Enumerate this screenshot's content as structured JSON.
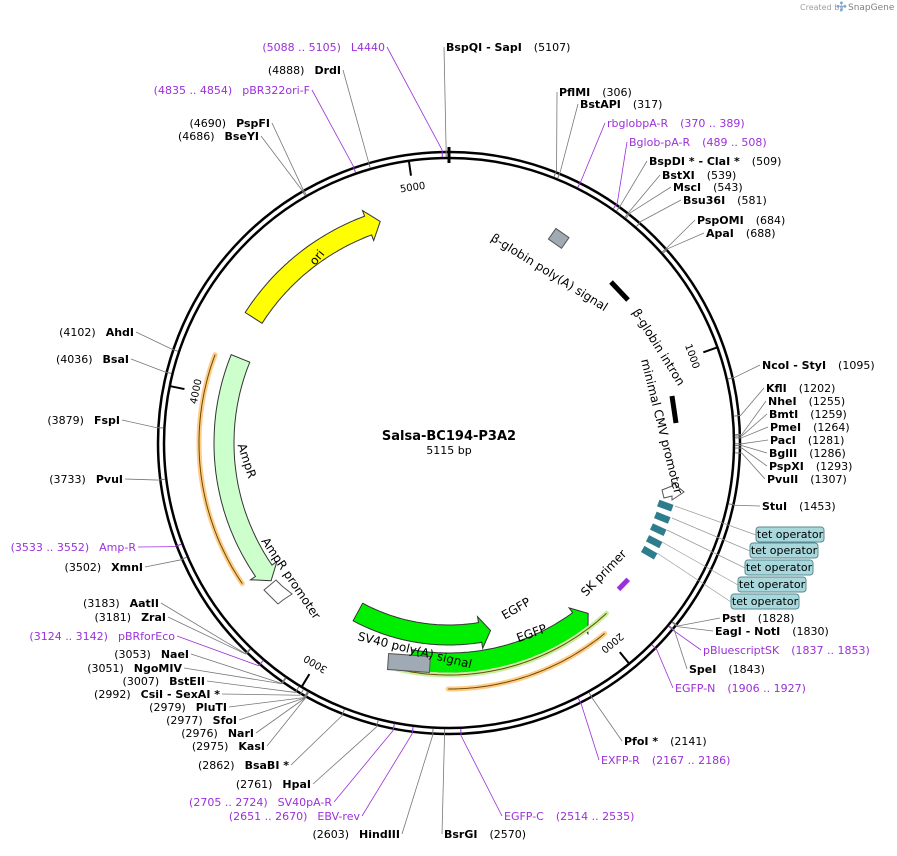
{
  "credit": {
    "prefix": "Created by",
    "brand": "SnapGene"
  },
  "plasmid": {
    "name": "Salsa-BC194-P3A2",
    "size_label": "5115 bp",
    "length": 5115
  },
  "ticks": [
    {
      "label": "1000",
      "bp": 1000
    },
    {
      "label": "2000",
      "bp": 2000
    },
    {
      "label": "3000",
      "bp": 3000
    },
    {
      "label": "4000",
      "bp": 4000
    },
    {
      "label": "5000",
      "bp": 5000
    }
  ],
  "features": [
    {
      "name": "ori",
      "label": "ori",
      "start": 4300,
      "end": 4870,
      "dir": 1,
      "color": "#ffff00"
    },
    {
      "name": "ampr",
      "label": "AmpR",
      "start": 3300,
      "end": 4150,
      "dir": -1,
      "color": "#ccffcc"
    },
    {
      "name": "ampr-promoter",
      "label": "AmpR promoter",
      "start": 3190,
      "end": 3290,
      "dir": -1,
      "color": "#ffffff"
    },
    {
      "name": "egfp-1",
      "label": "EGFP",
      "start": 2380,
      "end": 2960,
      "dir": -1,
      "color": "#00ee00"
    },
    {
      "name": "egfp-2",
      "label": "EGFP",
      "start": 2000,
      "end": 2700,
      "dir": -1,
      "color": "#00ee00"
    },
    {
      "name": "sv40-polya",
      "label": "SV40 poly(A) signal",
      "start": 2660,
      "end": 2780,
      "dir": 0,
      "color": "#a0aab4"
    },
    {
      "name": "beta-globin-polya",
      "label": "β-globin poly(A) signal",
      "start": 500,
      "end": 540,
      "dir": 0,
      "color": "#a0aab4"
    },
    {
      "name": "beta-globin-intron",
      "label": "β-globin intron",
      "start": 730,
      "end": 800,
      "dir": 0,
      "color": "#000000"
    },
    {
      "name": "minimal-cmv-promoter",
      "label": "minimal CMV promoter",
      "start": 1330,
      "end": 1400,
      "dir": 1,
      "color": "#ffffff"
    }
  ],
  "tet_operators": {
    "label": "tet operator",
    "count": 5
  },
  "sk_primer": {
    "label": "SK primer"
  },
  "site_labels": [
    {
      "name": "BspQI - SapI",
      "pos": "(5107)",
      "primer": false,
      "bp": 5107
    },
    {
      "name": "PflMI",
      "pos": "(306)",
      "primer": false,
      "bp": 306
    },
    {
      "name": "BstAPI",
      "pos": "(317)",
      "primer": false,
      "bp": 317
    },
    {
      "name": "rbglobpA-R",
      "pos": "(370 .. 389)",
      "primer": true,
      "bp": 380
    },
    {
      "name": "Bglob-pA-R",
      "pos": "(489 .. 508)",
      "primer": true,
      "bp": 498
    },
    {
      "name": "BspDI * - ClaI *",
      "pos": "(509)",
      "primer": false,
      "bp": 509
    },
    {
      "name": "BstXI",
      "pos": "(539)",
      "primer": false,
      "bp": 539
    },
    {
      "name": "MscI",
      "pos": "(543)",
      "primer": false,
      "bp": 543
    },
    {
      "name": "Bsu36I",
      "pos": "(581)",
      "primer": false,
      "bp": 581
    },
    {
      "name": "PspOMI",
      "pos": "(684)",
      "primer": false,
      "bp": 684
    },
    {
      "name": "ApaI",
      "pos": "(688)",
      "primer": false,
      "bp": 688
    },
    {
      "name": "NcoI - StyI",
      "pos": "(1095)",
      "primer": false,
      "bp": 1095
    },
    {
      "name": "KflI",
      "pos": "(1202)",
      "primer": false,
      "bp": 1202
    },
    {
      "name": "NheI",
      "pos": "(1255)",
      "primer": false,
      "bp": 1255
    },
    {
      "name": "BmtI",
      "pos": "(1259)",
      "primer": false,
      "bp": 1259
    },
    {
      "name": "PmeI",
      "pos": "(1264)",
      "primer": false,
      "bp": 1264
    },
    {
      "name": "PacI",
      "pos": "(1281)",
      "primer": false,
      "bp": 1281
    },
    {
      "name": "BglII",
      "pos": "(1286)",
      "primer": false,
      "bp": 1286
    },
    {
      "name": "PspXI",
      "pos": "(1293)",
      "primer": false,
      "bp": 1293
    },
    {
      "name": "PvuII",
      "pos": "(1307)",
      "primer": false,
      "bp": 1307
    },
    {
      "name": "StuI",
      "pos": "(1453)",
      "primer": false,
      "bp": 1453
    },
    {
      "name": "PstI",
      "pos": "(1828)",
      "primer": false,
      "bp": 1828
    },
    {
      "name": "EagI - NotI",
      "pos": "(1830)",
      "primer": false,
      "bp": 1830
    },
    {
      "name": "pBluescriptSK",
      "pos": "(1837 .. 1853)",
      "primer": true,
      "bp": 1845
    },
    {
      "name": "SpeI",
      "pos": "(1843)",
      "primer": false,
      "bp": 1843
    },
    {
      "name": "EGFP-N",
      "pos": "(1906 .. 1927)",
      "primer": true,
      "bp": 1916
    },
    {
      "name": "PfoI *",
      "pos": "(2141)",
      "primer": false,
      "bp": 2141
    },
    {
      "name": "EXFP-R",
      "pos": "(2167 .. 2186)",
      "primer": true,
      "bp": 2176
    },
    {
      "name": "EGFP-C",
      "pos": "(2514 .. 2535)",
      "primer": true,
      "bp": 2524
    },
    {
      "name": "BsrGI",
      "pos": "(2570)",
      "primer": false,
      "bp": 2570
    },
    {
      "name": "HindIII",
      "pos": "(2603)",
      "primer": false,
      "bp": 2603
    },
    {
      "name": "EBV-rev",
      "pos": "(2651 .. 2670)",
      "primer": true,
      "bp": 2660
    },
    {
      "name": "SV40pA-R",
      "pos": "(2705 .. 2724)",
      "primer": true,
      "bp": 2714
    },
    {
      "name": "HpaI",
      "pos": "(2761)",
      "primer": false,
      "bp": 2761
    },
    {
      "name": "BsaBI *",
      "pos": "(2862)",
      "primer": false,
      "bp": 2862
    },
    {
      "name": "KasI",
      "pos": "(2975)",
      "primer": false,
      "bp": 2975
    },
    {
      "name": "NarI",
      "pos": "(2976)",
      "primer": false,
      "bp": 2976
    },
    {
      "name": "SfoI",
      "pos": "(2977)",
      "primer": false,
      "bp": 2977
    },
    {
      "name": "PluTI",
      "pos": "(2979)",
      "primer": false,
      "bp": 2979
    },
    {
      "name": "CsiI - SexAI *",
      "pos": "(2992)",
      "primer": false,
      "bp": 2992
    },
    {
      "name": "BstEII",
      "pos": "(3007)",
      "primer": false,
      "bp": 3007
    },
    {
      "name": "NgoMIV",
      "pos": "(3051)",
      "primer": false,
      "bp": 3051
    },
    {
      "name": "NaeI",
      "pos": "(3053)",
      "primer": false,
      "bp": 3053
    },
    {
      "name": "pBRforEco",
      "pos": "(3124 .. 3142)",
      "primer": true,
      "bp": 3133
    },
    {
      "name": "ZraI",
      "pos": "(3181)",
      "primer": false,
      "bp": 3181
    },
    {
      "name": "AatII",
      "pos": "(3183)",
      "primer": false,
      "bp": 3183
    },
    {
      "name": "XmnI",
      "pos": "(3502)",
      "primer": false,
      "bp": 3502
    },
    {
      "name": "Amp-R",
      "pos": "(3533 .. 3552)",
      "primer": true,
      "bp": 3542
    },
    {
      "name": "PvuI",
      "pos": "(3733)",
      "primer": false,
      "bp": 3733
    },
    {
      "name": "FspI",
      "pos": "(3879)",
      "primer": false,
      "bp": 3879
    },
    {
      "name": "BsaI",
      "pos": "(4036)",
      "primer": false,
      "bp": 4036
    },
    {
      "name": "AhdI",
      "pos": "(4102)",
      "primer": false,
      "bp": 4102
    },
    {
      "name": "BseYI",
      "pos": "(4686)",
      "primer": false,
      "bp": 4686
    },
    {
      "name": "PspFI",
      "pos": "(4690)",
      "primer": false,
      "bp": 4690
    },
    {
      "name": "pBR322ori-F",
      "pos": "(4835 .. 4854)",
      "primer": true,
      "bp": 4844
    },
    {
      "name": "DrdI",
      "pos": "(4888)",
      "primer": false,
      "bp": 4888
    },
    {
      "name": "L4440",
      "pos": "(5088 .. 5105)",
      "primer": true,
      "bp": 5096
    }
  ]
}
